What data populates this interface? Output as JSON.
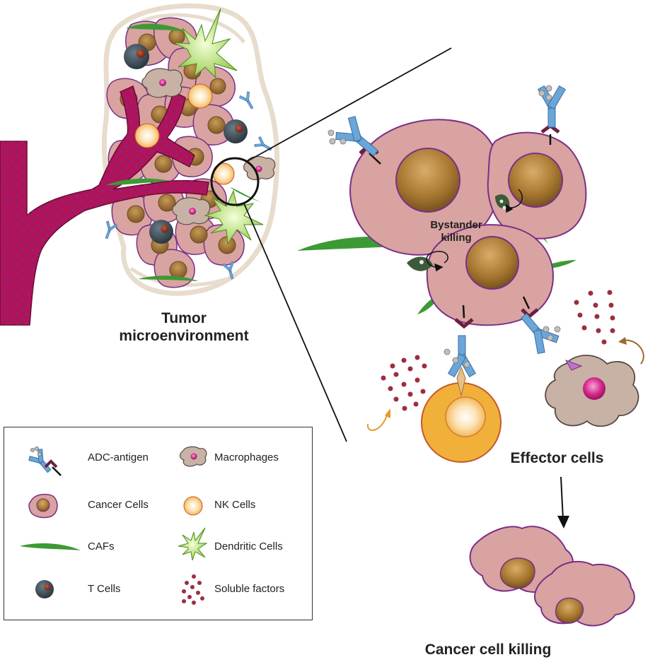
{
  "labels": {
    "tumor_microenvironment_line1": "Tumor",
    "tumor_microenvironment_line2": "microenvironment",
    "bystander_line1": "Bystander",
    "bystander_line2": "killing",
    "effector_cells": "Effector cells",
    "cancer_cell_killing": "Cancer cell killing"
  },
  "legend": {
    "items": [
      {
        "icon": "adc-antigen-icon",
        "label": "ADC-antigen"
      },
      {
        "icon": "cancer-cell-icon",
        "label": "Cancer Cells"
      },
      {
        "icon": "caf-icon",
        "label": "CAFs"
      },
      {
        "icon": "t-cell-icon",
        "label": "T Cells"
      },
      {
        "icon": "macrophage-icon",
        "label": "Macrophages"
      },
      {
        "icon": "nk-cell-icon",
        "label": "NK Cells"
      },
      {
        "icon": "dendritic-cell-icon",
        "label": "Dendritic Cells"
      },
      {
        "icon": "soluble-factors-icon",
        "label": "Soluble factors"
      }
    ]
  },
  "colors": {
    "cancer_cell": "#d8a3a1",
    "cancer_outline": "#7b2f86",
    "nucleus": "#a6762f",
    "vessel": "#b0135a",
    "caf": "#3c9a35",
    "t_cell": "#3e4f5a",
    "nk_cell": "#f0a535",
    "macrophage": "#c8b2a6",
    "dendritic": "#8cc63f",
    "antibody": "#6ba6d8",
    "antigen": "#6b2040",
    "soluble": "#9b2f3f"
  }
}
